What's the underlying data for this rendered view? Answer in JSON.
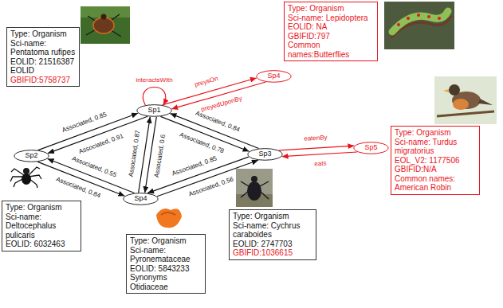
{
  "diagram": {
    "nodes": [
      {
        "text": [
          "Type: Organism",
          "Sci-name: Pentatoma rufipes",
          "EOLID: 21516387",
          "EOLID",
          "GBIFID:5758737"
        ]
      },
      {
        "text": [
          "Sp1"
        ]
      },
      {
        "text": [
          "Sp4"
        ]
      },
      {
        "text": [
          "Type: Organism",
          "Sci-name: Lepidoptera",
          "EOLID: NA",
          "GBIFID:797",
          "Common names:Butterflies"
        ]
      },
      {
        "text": [
          "Sp2"
        ]
      },
      {
        "text": [
          "Sp3"
        ]
      },
      {
        "text": [
          "Sp5"
        ]
      },
      {
        "text": [
          "Type: Organism",
          "Sci-name: Turdus migratorius",
          "EOL_V2: 1177506",
          "GBIFID:N/A",
          "Common names: American Robin"
        ]
      },
      {
        "text": [
          "Sp4"
        ]
      },
      {
        "text": [
          "Type: Organism",
          "Sci-name: Deltocephalus pulicaris",
          "EOLID: 6032463"
        ]
      },
      {
        "text": [
          "Type: Organism",
          "Sci-name: Pyronemataceae",
          "EOLID: 5843233",
          "Synonyms Otidiaceae"
        ]
      },
      {
        "text": [
          "Type: Organism",
          "Sci-name: Cychrus caraboides",
          "EOLID: 2747703",
          "GBIFID:1036615"
        ]
      }
    ],
    "edges": [
      {
        "from": 1,
        "to": 1,
        "arrow": "to",
        "label": "interactsWith"
      },
      {
        "from": 1,
        "to": 2,
        "arrow": "to",
        "label": "preysOn"
      },
      {
        "from": 2,
        "to": 1,
        "arrow": "to",
        "label": "preyedUponBy"
      },
      {
        "from": 4,
        "to": 1,
        "arrow": "to",
        "label": "Associated, 0.85"
      },
      {
        "from": 1,
        "to": 4,
        "arrow": "to",
        "label": "Associated, 0.91"
      },
      {
        "from": 8,
        "to": 4,
        "arrow": "to",
        "label": "Associated, 0.55"
      },
      {
        "from": 4,
        "to": 8,
        "arrow": "to",
        "label": "Associated, 0.84"
      },
      {
        "from": 8,
        "to": 1,
        "arrow": "to",
        "label": "Associated, 0.87"
      },
      {
        "from": 1,
        "to": 8,
        "arrow": "to",
        "label": "Associated, 0.6"
      },
      {
        "from": 5,
        "to": 1,
        "arrow": "to",
        "label": "Associated, 0.84"
      },
      {
        "from": 1,
        "to": 5,
        "arrow": "to",
        "label": "Associated, 0.78"
      },
      {
        "from": 5,
        "to": 8,
        "arrow": "to",
        "label": "Associated, 0.85"
      },
      {
        "from": 8,
        "to": 5,
        "arrow": "to",
        "label": "Associated, 0.56"
      },
      {
        "from": 5,
        "to": 6,
        "arrow": "to",
        "label": "eatenBy"
      },
      {
        "from": 6,
        "to": 5,
        "arrow": "to",
        "label": "eats"
      }
    ]
  }
}
